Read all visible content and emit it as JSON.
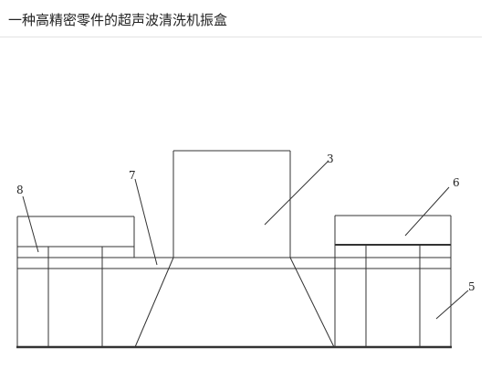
{
  "header": {
    "title": "一种高精密零件的超声波清洗机振盒"
  },
  "figure": {
    "labels": {
      "l3": "3",
      "l5": "5",
      "l6": "6",
      "l7": "7",
      "l8": "8"
    }
  }
}
